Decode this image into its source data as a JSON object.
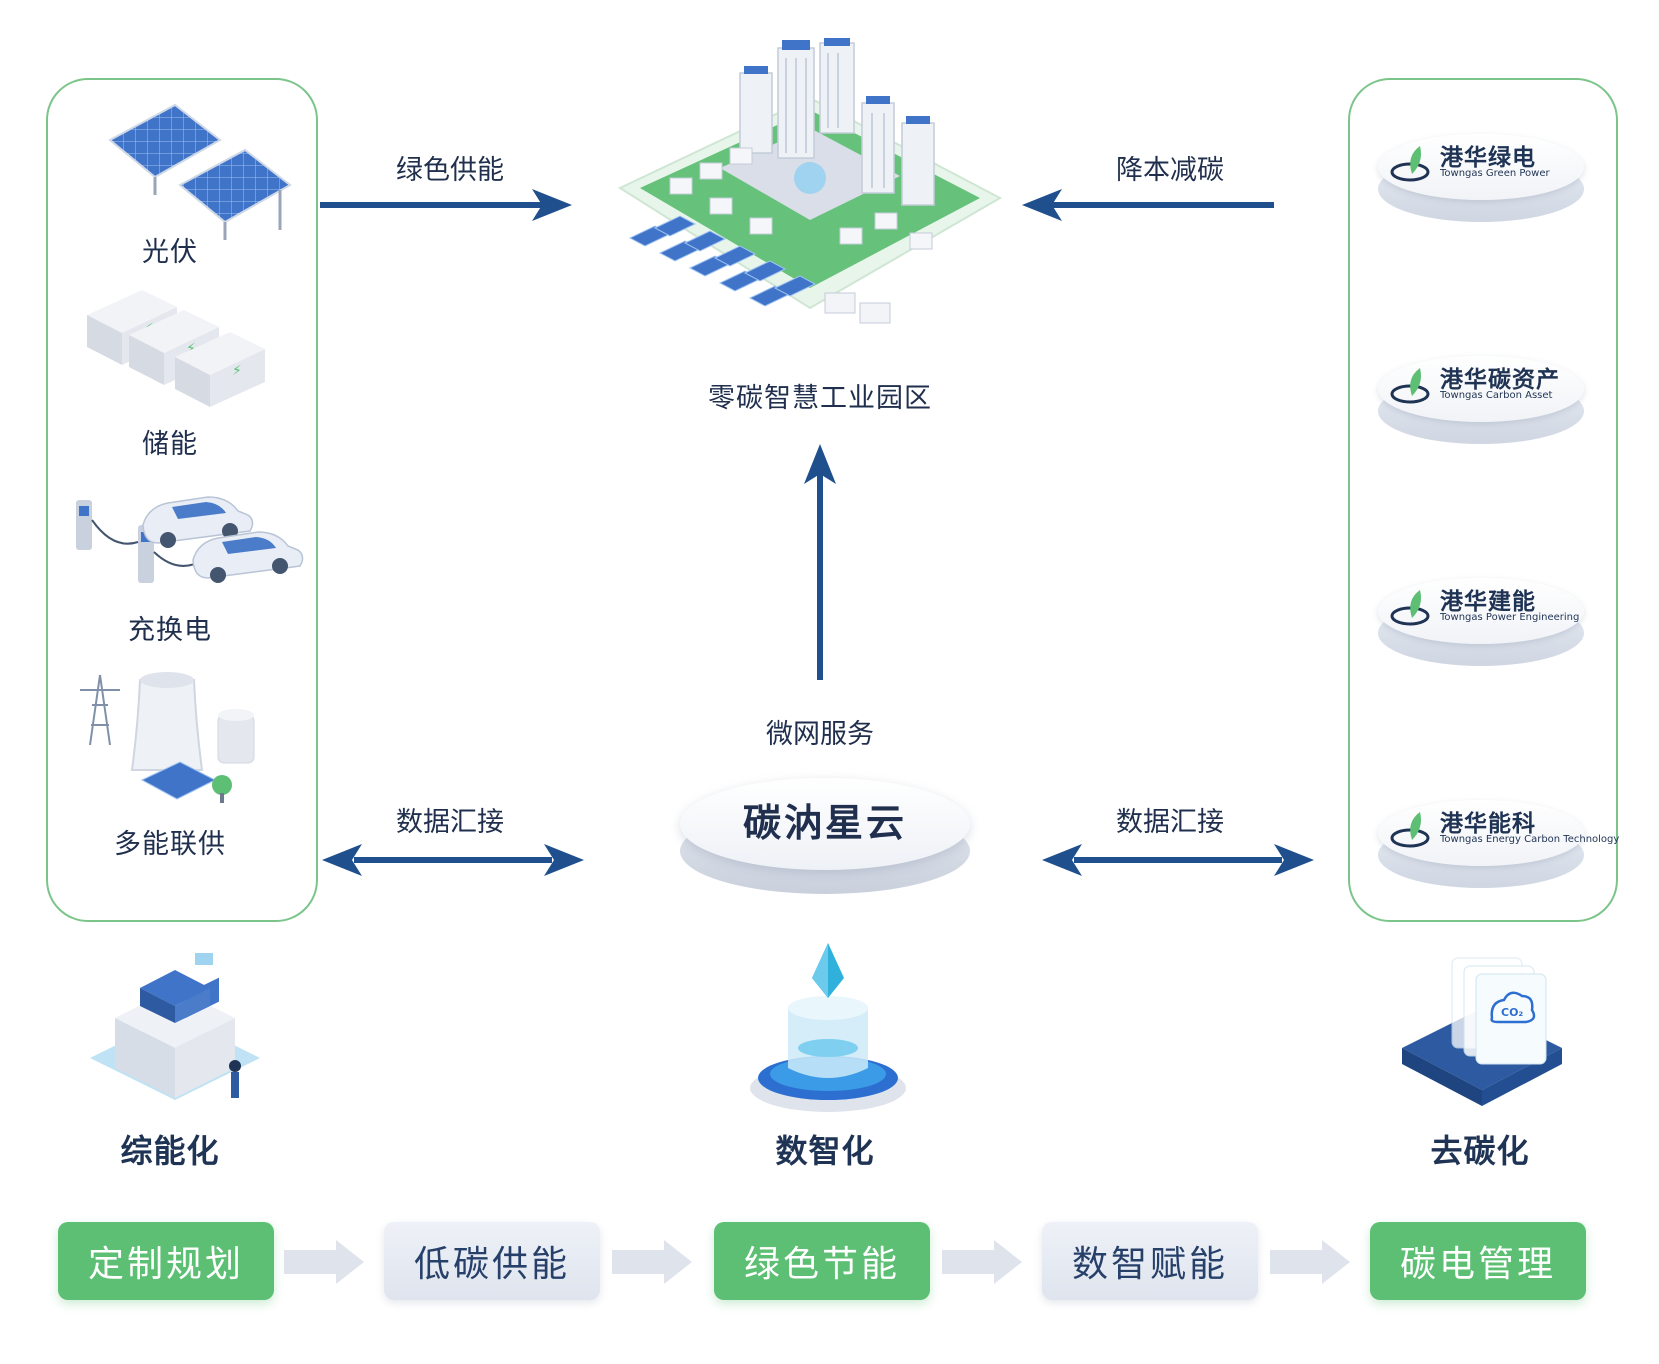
{
  "left_panel": {
    "items": [
      {
        "label": "光伏",
        "icon": "solar-panel-icon"
      },
      {
        "label": "储能",
        "icon": "battery-storage-icon"
      },
      {
        "label": "充换电",
        "icon": "ev-charging-icon"
      },
      {
        "label": "多能联供",
        "icon": "multi-energy-icon"
      }
    ]
  },
  "center": {
    "park_label": "零碳智慧工业园区",
    "platform_label": "碳汭星云",
    "microgrid_label": "微网服务"
  },
  "arrows": {
    "green_supply": "绿色供能",
    "cost_carbon": "降本减碳",
    "data_left": "数据汇接",
    "data_right": "数据汇接"
  },
  "right_panel": {
    "brands": [
      {
        "cn": "港华绿电",
        "en": "Towngas Green Power"
      },
      {
        "cn": "港华碳资产",
        "en": "Towngas Carbon Asset"
      },
      {
        "cn": "港华建能",
        "en": "Towngas Power Engineering"
      },
      {
        "cn": "港华能科",
        "en": "Towngas Energy Carbon Technology"
      }
    ]
  },
  "pillars": [
    {
      "label": "综能化",
      "icon": "integrated-energy-icon"
    },
    {
      "label": "数智化",
      "icon": "digital-intelligence-icon"
    },
    {
      "label": "去碳化",
      "icon": "decarbonization-icon"
    }
  ],
  "flow_steps": [
    {
      "label": "定制规划",
      "style": "green"
    },
    {
      "label": "低碳供能",
      "style": "gray"
    },
    {
      "label": "绿色节能",
      "style": "green"
    },
    {
      "label": "数智赋能",
      "style": "gray"
    },
    {
      "label": "碳电管理",
      "style": "green"
    }
  ],
  "colors": {
    "panel_border": "#7cc58a",
    "arrow_blue": "#1f4f8c",
    "accent_green": "#5cbf73",
    "text_navy": "#1f2f4d"
  }
}
